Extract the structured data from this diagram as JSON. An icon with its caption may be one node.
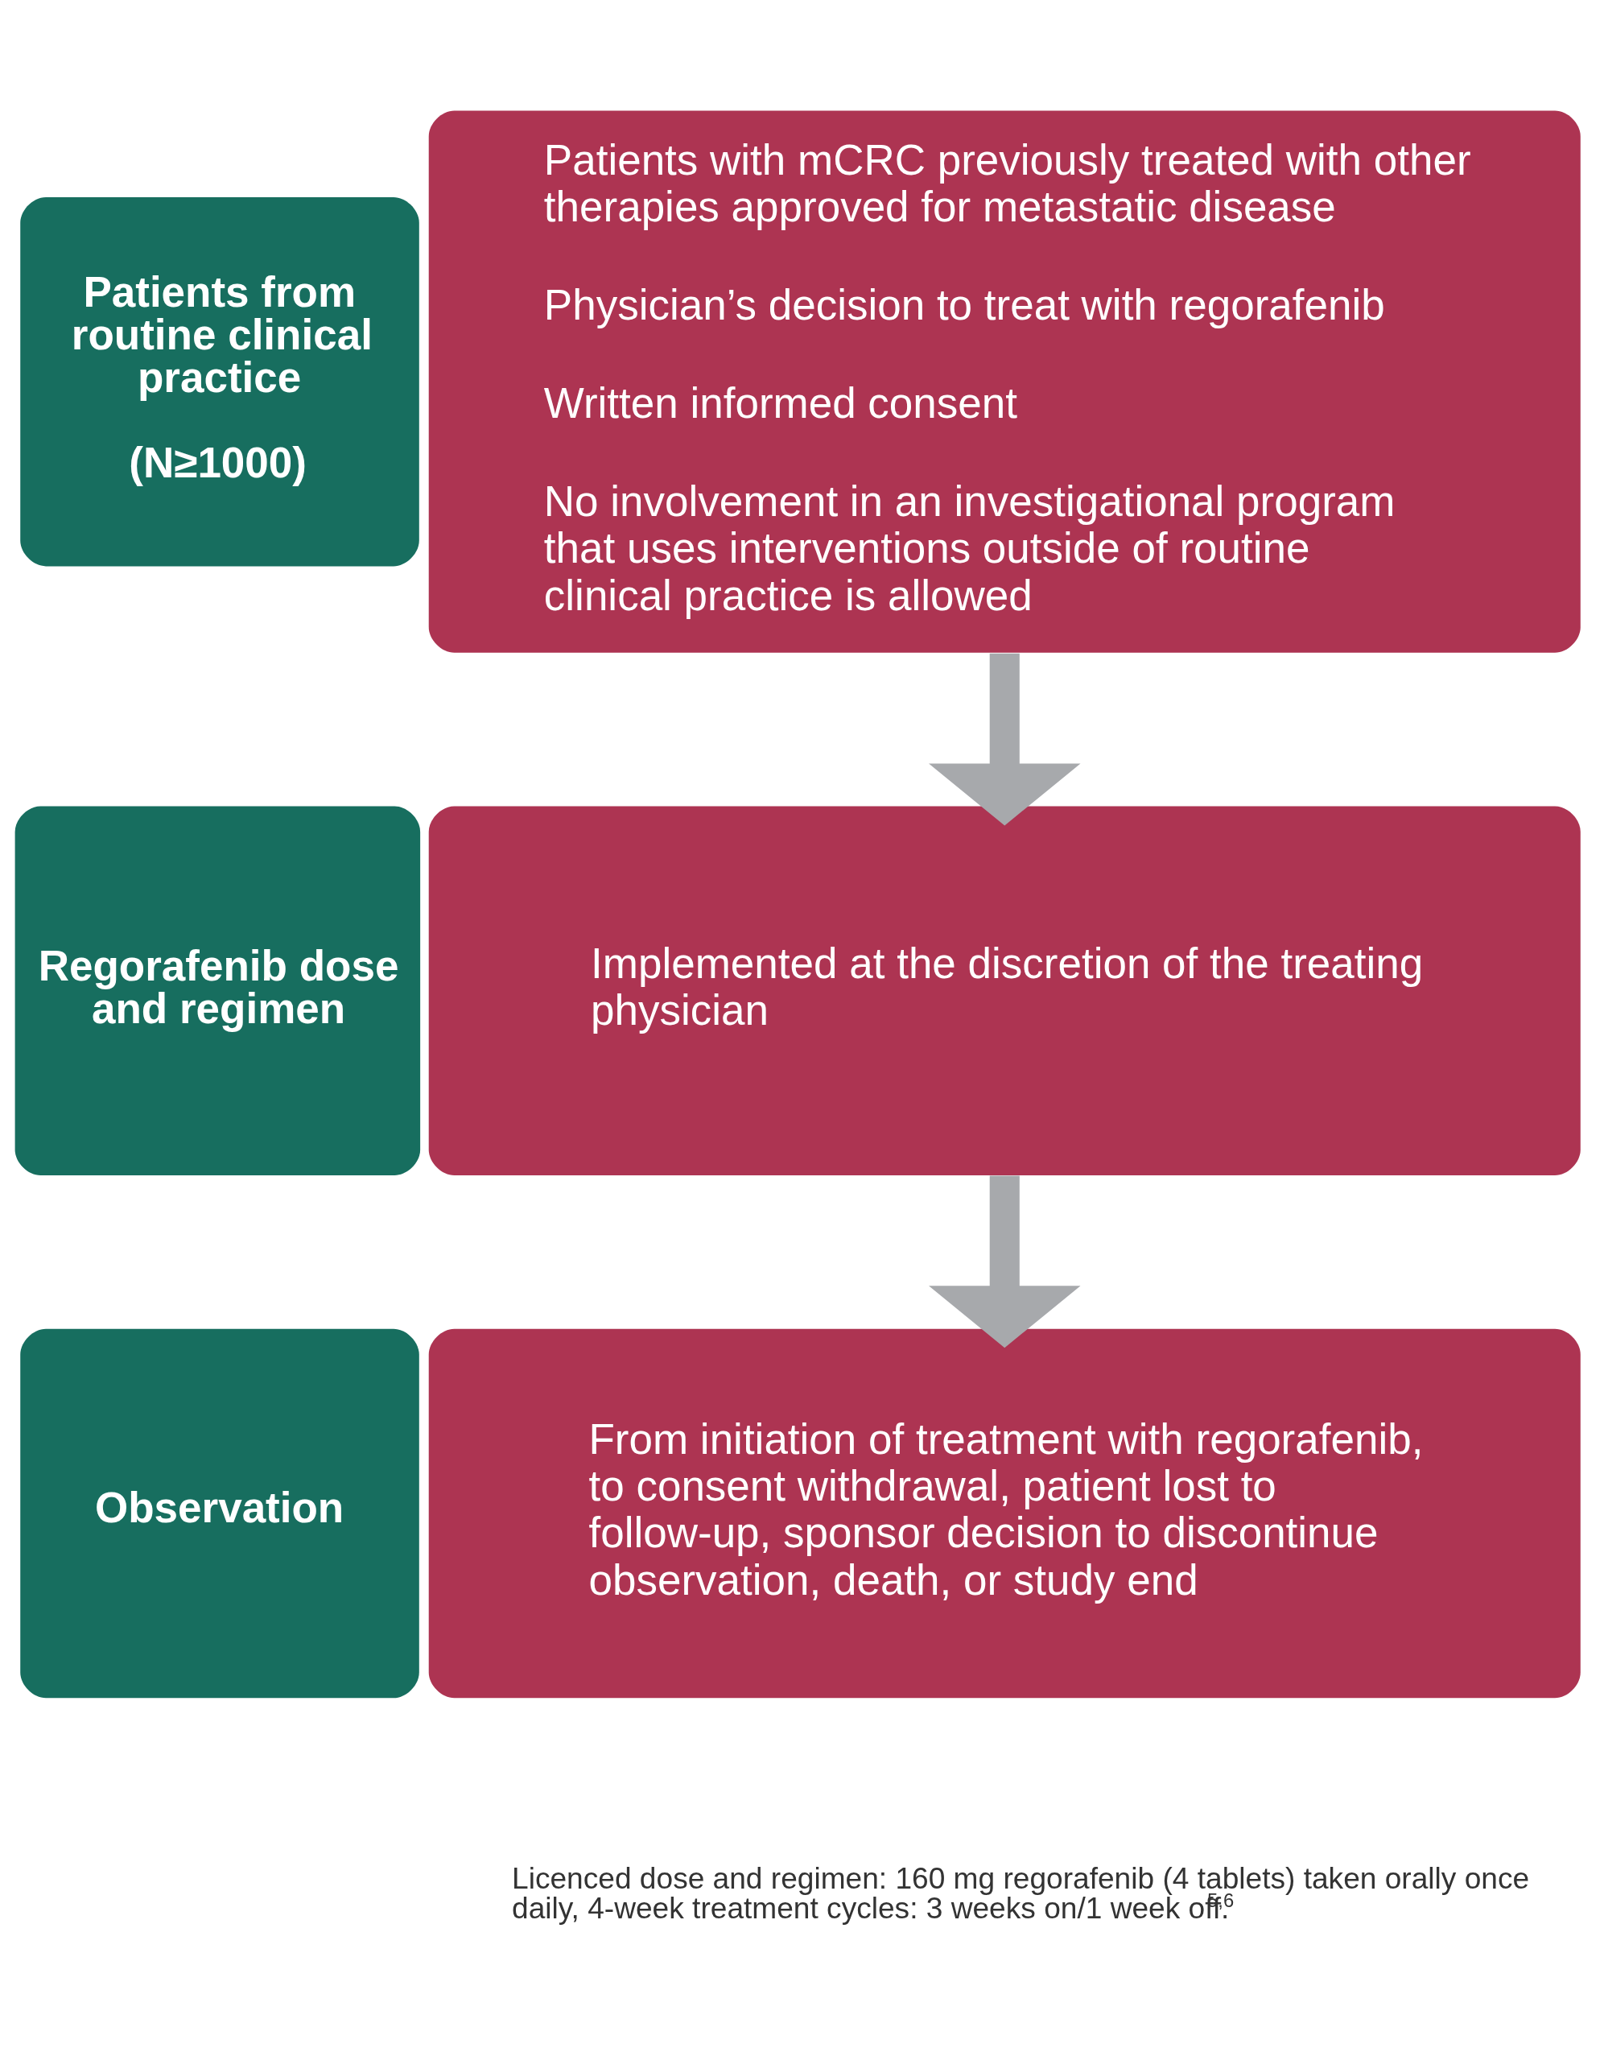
{
  "diagram": {
    "nodes": [
      {
        "text": [
          "Patients from routine clinical practice",
          "(N≥1000)"
        ]
      },
      {
        "text": [
          "Patients with mCRC previously treated with other therapies approved for metastatic disease",
          "Physician’s decision to treat with regorafenib",
          "Written informed consent",
          "No involvement in an investigational program that uses interventions outside of routine clinical practice is allowed"
        ]
      },
      {
        "text": [
          "Regorafenib dose and regimen"
        ]
      },
      {
        "text": [
          "Implemented at the discretion of the treating physician"
        ]
      },
      {
        "text": [
          "Observation"
        ]
      },
      {
        "text": [
          "From initiation of treatment with regorafenib, to consent withdrawal, patient lost to follow-up, sponsor decision to discontinue observation, death, or study end"
        ]
      }
    ],
    "edges": [
      {
        "from": 1,
        "to": 3,
        "arrow": "to"
      },
      {
        "from": 3,
        "to": 5,
        "arrow": "to"
      }
    ],
    "labels": [
      "Licenced dose and regimen: 160 mg regorafenib (4 tablets) taken orally once daily, 4-week treatment cycles: 3 weeks on/1 week off.$^{5,6}$"
    ]
  }
}
